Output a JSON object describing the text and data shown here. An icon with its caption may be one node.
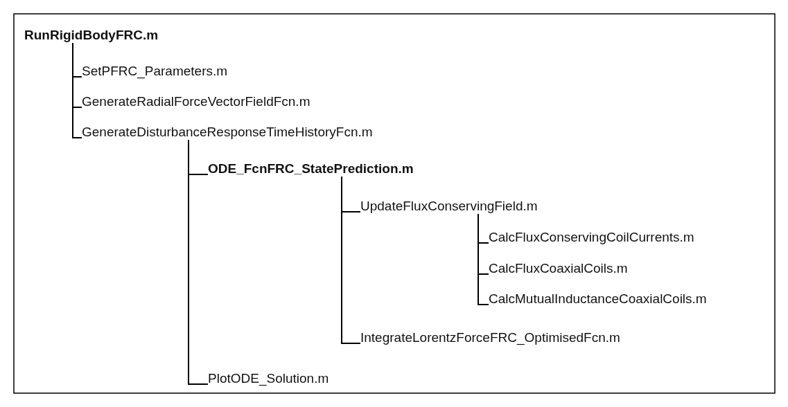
{
  "diagram": {
    "nodes": [
      {
        "text": [
          "RunRigidBodyFRC.m"
        ]
      },
      {
        "text": [
          "SetPFRC_Parameters.m"
        ]
      },
      {
        "text": [
          "GenerateRadialForceVectorFieldFcn.m"
        ]
      },
      {
        "text": [
          "GenerateDisturbanceResponseTimeHistoryFcn.m"
        ]
      },
      {
        "text": [
          "ODE_FcnFRC_StatePrediction.m"
        ]
      },
      {
        "text": [
          "UpdateFluxConservingField.m"
        ]
      },
      {
        "text": [
          "CalcFluxConservingCoilCurrents.m"
        ]
      },
      {
        "text": [
          "CalcFluxCoaxialCoils.m"
        ]
      },
      {
        "text": [
          "CalcMutualInductanceCoaxialCoils.m"
        ]
      },
      {
        "text": [
          "IntegrateLorentzForceFRC_OptimisedFcn.m"
        ]
      },
      {
        "text": [
          "PlotODE_Solution.m"
        ]
      }
    ],
    "edges": [
      {
        "from": 0,
        "to": 1,
        "arrow": "none"
      },
      {
        "from": 0,
        "to": 2,
        "arrow": "none"
      },
      {
        "from": 0,
        "to": 3,
        "arrow": "none"
      },
      {
        "from": 3,
        "to": 4,
        "arrow": "none"
      },
      {
        "from": 3,
        "to": 10,
        "arrow": "none"
      },
      {
        "from": 4,
        "to": 5,
        "arrow": "none"
      },
      {
        "from": 4,
        "to": 9,
        "arrow": "none"
      },
      {
        "from": 5,
        "to": 6,
        "arrow": "none"
      },
      {
        "from": 5,
        "to": 7,
        "arrow": "none"
      },
      {
        "from": 5,
        "to": 8,
        "arrow": "none"
      }
    ]
  }
}
